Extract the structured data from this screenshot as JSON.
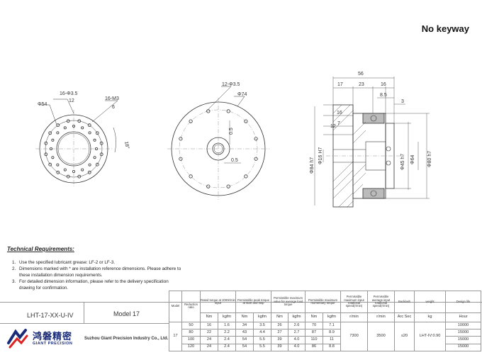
{
  "header": {
    "keyway": "No keyway"
  },
  "drawing": {
    "front_view": {
      "bore": "Φ54",
      "holes_a": "16-Φ3.5",
      "holes_a_depth": "12",
      "holes_b": "16-M3",
      "holes_b_depth": "6",
      "angle": "18°"
    },
    "mid_view": {
      "holes": "12-Φ3.5",
      "pcd": "Φ74",
      "dim_a": "0.5",
      "dim_b": "0.5"
    },
    "side_view": {
      "overall": "56",
      "d17": "17",
      "d23": "23",
      "d16": "16",
      "d85": "8.5",
      "d3": "3",
      "d16b": "16",
      "d7": "7",
      "d12": "12",
      "dia84": "Φ84 h7",
      "dia16": "Φ16 H7",
      "dia64": "Φ64",
      "dia45": "Φ45 h7",
      "dia80": "Φ80 h7"
    }
  },
  "requirements": {
    "title": "Technical Requirements:",
    "items": [
      {
        "num": "1.",
        "text": "Use the specified lubricant grease: LF-2 or LF-3."
      },
      {
        "num": "2.",
        "text": "Dimensions marked with * are installation reference dimensions. Please adhere to these installation dimension requirements."
      },
      {
        "num": "3.",
        "text": "For detailed dimension information, please refer to the delivery specification drawing for confirmation."
      }
    ]
  },
  "title_block": {
    "model_name": "LHT-17-XX-U-IV",
    "model_label": "Model 17",
    "company": "Suzhou Giant Precision Industry Co., Ltd.",
    "logo_cn": "鸿磐精密",
    "logo_en": "GIANT PRECISION"
  },
  "spec_table": {
    "headers": {
      "model": "Model",
      "ratio": "Reduction ratio",
      "rated": "Rated torque at 2000r/min input",
      "peak": "Permissible peak torque at start and stop",
      "avg": "Permissible maximum value for average load torque",
      "moment": "Permissible maximum momentary torque",
      "max_speed": "Permissible maximum input rotational speed(r/min)",
      "avg_speed": "Permissible average input rotational speed(r/min)",
      "backlash": "Backlash",
      "weight": "weight",
      "life": "Design life"
    },
    "units": {
      "nm": "Nm",
      "kgfm": "kgfm",
      "rpm": "r/min",
      "arc": "Arc Sec",
      "kg": "kg",
      "hour": "Hour"
    },
    "model": "17",
    "max_speed": "7300",
    "avg_speed": "3500",
    "backlash": "≤20",
    "weight": "LHT-IV:0.90",
    "rows": [
      {
        "ratio": "50",
        "rated_nm": "16",
        "rated_kgfm": "1.6",
        "peak_nm": "34",
        "peak_kgfm": "3.5",
        "avg_nm": "26",
        "avg_kgfm": "2.6",
        "mom_nm": "70",
        "mom_kgfm": "7.1",
        "life": "10000"
      },
      {
        "ratio": "80",
        "rated_nm": "22",
        "rated_kgfm": "2.2",
        "peak_nm": "43",
        "peak_kgfm": "4.4",
        "avg_nm": "27",
        "avg_kgfm": "2.7",
        "mom_nm": "87",
        "mom_kgfm": "8.9",
        "life": "15000"
      },
      {
        "ratio": "100",
        "rated_nm": "24",
        "rated_kgfm": "2.4",
        "peak_nm": "54",
        "peak_kgfm": "5.5",
        "avg_nm": "39",
        "avg_kgfm": "4.0",
        "mom_nm": "110",
        "mom_kgfm": "11",
        "life": "15000"
      },
      {
        "ratio": "120",
        "rated_nm": "24",
        "rated_kgfm": "2.4",
        "peak_nm": "54",
        "peak_kgfm": "5.5",
        "avg_nm": "39",
        "avg_kgfm": "4.0",
        "mom_nm": "86",
        "mom_kgfm": "8.8",
        "life": "15000"
      }
    ]
  }
}
